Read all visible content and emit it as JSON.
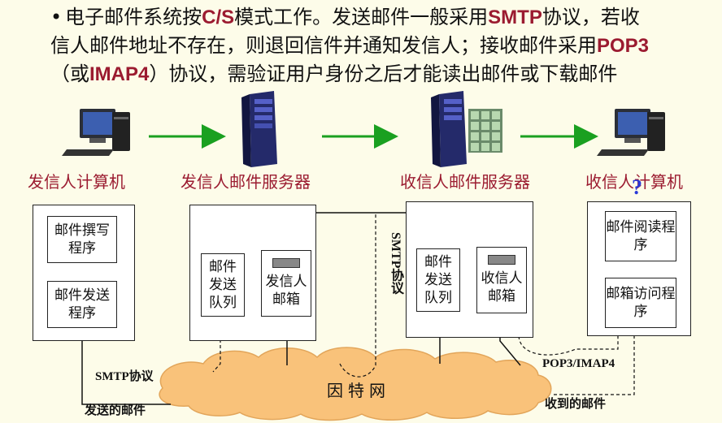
{
  "intro": {
    "bullet": "•",
    "line1_a": "电子邮件系统按",
    "line1_cs": "C/S",
    "line1_b": "模式工作。发送邮件一般采用",
    "line1_smtp": "SMTP",
    "line1_c": "协议，若收",
    "line2": "信人邮件地址不存在，则退回信件并通知发信人；接收邮件采用",
    "line2_pop3": "POP3",
    "line3_a": "（或",
    "line3_imap": "IMAP4",
    "line3_b": "）协议，需验证用户身份之后才能读出邮件或下载邮件"
  },
  "nodes": {
    "sender_pc": "发信人计算机",
    "sender_server": "发信人邮件服务器",
    "receiver_server": "收信人邮件服务器",
    "receiver_pc": "收信人计算机"
  },
  "question_mark": "?",
  "modules": {
    "compose": "邮件撰写程序",
    "send_prog": "邮件发送程序",
    "send_queue_1": "邮件发送队列",
    "sender_mailbox": "发信人邮箱",
    "send_queue_2": "邮件发送队列",
    "receiver_mailbox": "收信人邮箱",
    "reader": "邮件阅读程序",
    "mailbox_access": "邮箱访问程序"
  },
  "edge_labels": {
    "smtp_left": "SMTP协议",
    "smtp_vertical": "SMTP协议",
    "pop3_imap4": "POP3/IMAP4",
    "sent_mail": "发送的邮件",
    "received_mail": "收到的邮件"
  },
  "internet_label": "因特网",
  "icons": [
    "desktop-computer-icon",
    "tower-server-icon",
    "server-with-mailboxes-icon",
    "desktop-computer-icon",
    "envelope-icon"
  ],
  "colors": {
    "highlight": "#9b1b30",
    "arrow_green": "#1aa020",
    "cloud": "#f9c27a",
    "question": "#2a3ad8"
  }
}
